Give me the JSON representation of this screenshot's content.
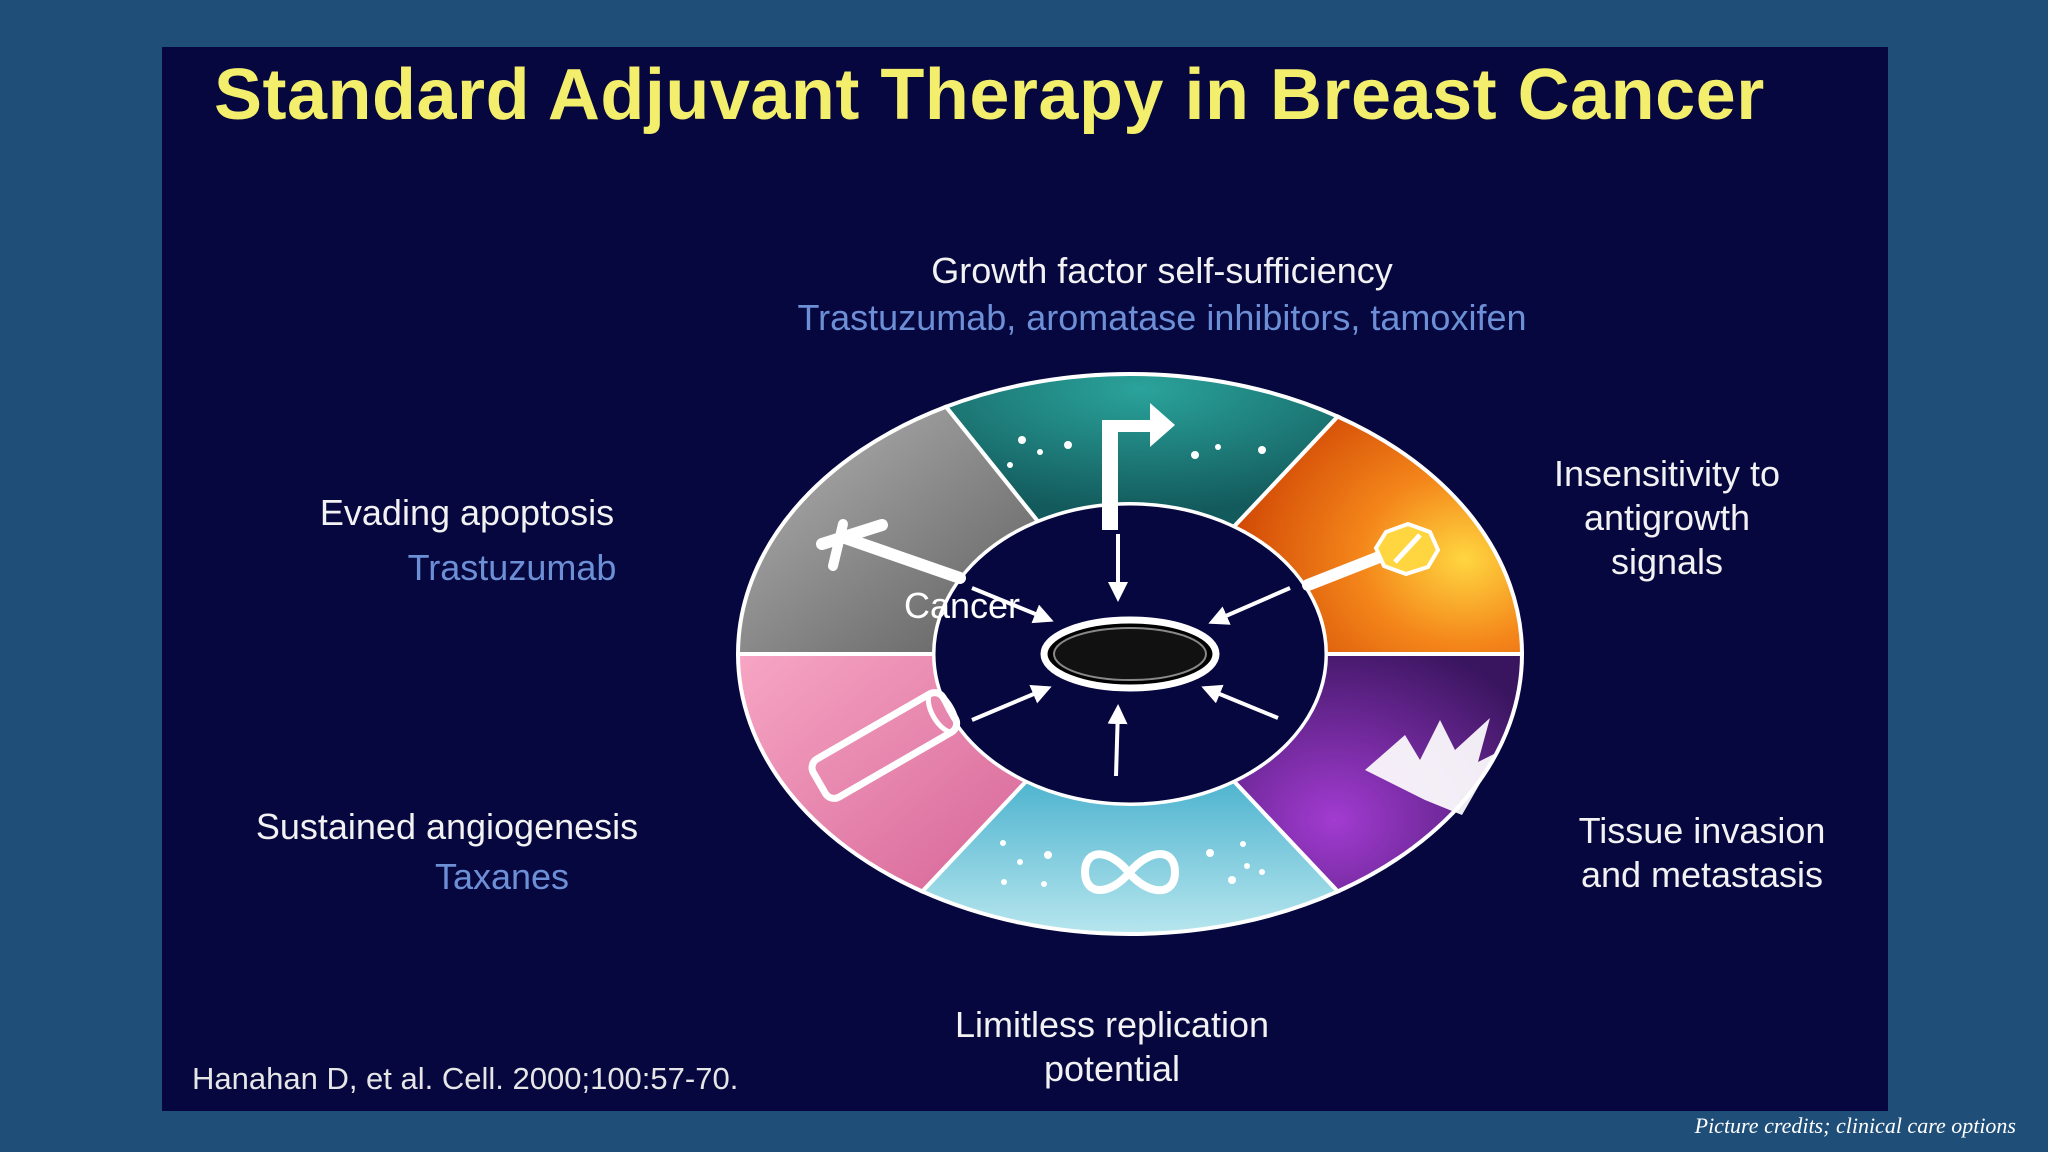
{
  "title": "Standard Adjuvant Therapy in Breast Cancer",
  "center": "Cancer",
  "segments": {
    "growth": {
      "label": "Growth factor self-sufficiency",
      "drugs": "Trastuzumab, aromatase inhibitors, tamoxifen"
    },
    "apoptosis": {
      "label": "Evading apoptosis",
      "drugs": "Trastuzumab"
    },
    "insensitivity": {
      "line1": "Insensitivity to",
      "line2": "antigrowth",
      "line3": "signals"
    },
    "angiogenesis": {
      "label": "Sustained angiogenesis",
      "drugs": "Taxanes"
    },
    "invasion": {
      "line1": "Tissue invasion",
      "line2": "and metastasis"
    },
    "replication": {
      "line1": "Limitless replication",
      "line2": "potential"
    }
  },
  "citation": "Hanahan D, et al. Cell. 2000;100:57-70.",
  "credits": "Picture credits; clinical care options",
  "colors": {
    "background": "#1f4e79",
    "slide": "#06073f",
    "title": "#f3ee6b",
    "drug_text": "#6d8fd6",
    "segment_growth": "#1f7f7a",
    "segment_insensitivity": "#f07a10",
    "segment_invasion": "#7a2aa6",
    "segment_replication": "#6fc6d6",
    "segment_angiogenesis": "#e88ab0",
    "segment_apoptosis": "#8a8a8a"
  }
}
